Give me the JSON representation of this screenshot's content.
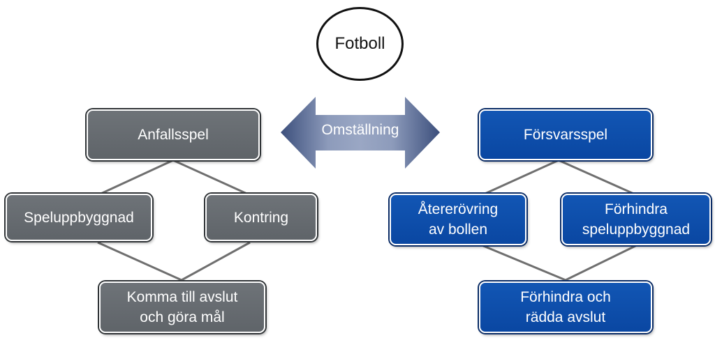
{
  "diagram": {
    "root": {
      "label": "Fotboll"
    },
    "transition": {
      "label": "Omställning"
    },
    "attack": {
      "title": "Anfallsspel",
      "build_up": "Speluppbyggnad",
      "counter": "Kontring",
      "finish": "Komma till avslut\noch göra mål"
    },
    "defense": {
      "title": "Försvarsspel",
      "regain": "Återerövring\nav bollen",
      "prevent_build_up": "Förhindra\nspeluppbyggnad",
      "prevent_save": "Förhindra och\nrädda avslut"
    },
    "colors": {
      "attack": "#63686d",
      "defense": "#0d4ea9",
      "arrow_light": "#9aa7c4",
      "arrow_dark": "#3c4f7c",
      "connector": "#6f6f6f"
    }
  }
}
